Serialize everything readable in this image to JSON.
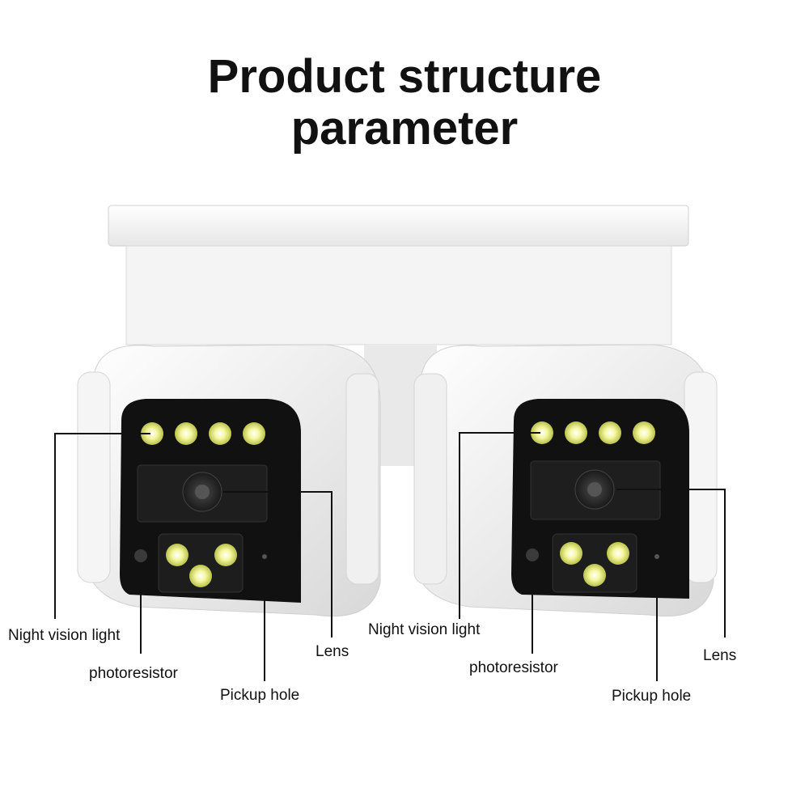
{
  "title": {
    "line1": "Product structure",
    "line2": "parameter"
  },
  "labels": {
    "left": {
      "night_vision_light": "Night vision light",
      "photoresistor": "photoresistor",
      "pickup_hole": "Pickup hole",
      "lens": "Lens"
    },
    "right": {
      "night_vision_light": "Night vision light",
      "photoresistor": "photoresistor",
      "pickup_hole": "Pickup hole",
      "lens": "Lens"
    }
  },
  "colors": {
    "body_white": "#f2f2f2",
    "face_black": "#111111",
    "led_yellow": "#eef06a",
    "leader_line": "#111111"
  }
}
